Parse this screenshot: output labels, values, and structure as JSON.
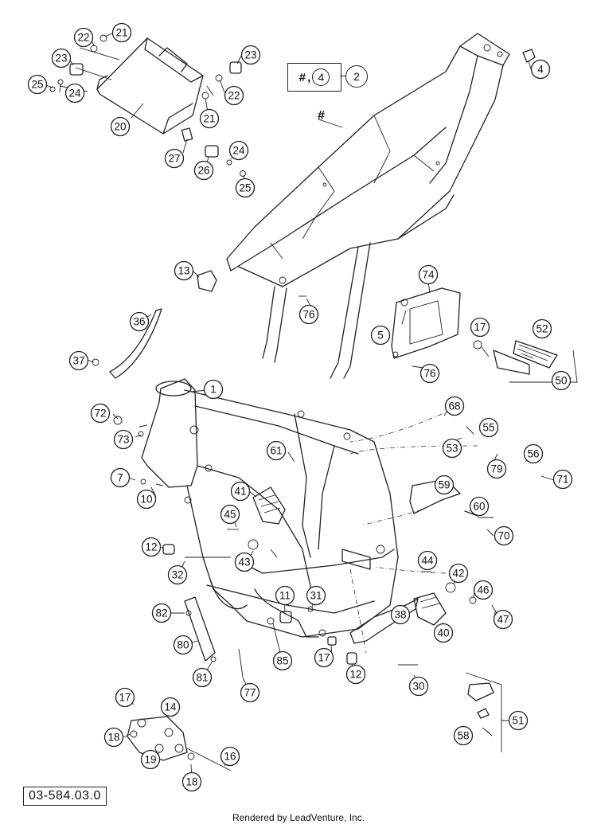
{
  "legend": {
    "hash": "#",
    "comma": ",",
    "circled": "4",
    "target": "2",
    "frame_mark": "#"
  },
  "drawing_number": "03-584.03.0",
  "footer": "Rendered by LeadVenture, Inc.",
  "callouts": [
    {
      "id": "c21a",
      "label": "21"
    },
    {
      "id": "c22a",
      "label": "22"
    },
    {
      "id": "c23a",
      "label": "23"
    },
    {
      "id": "c25a",
      "label": "25"
    },
    {
      "id": "c24a",
      "label": "24"
    },
    {
      "id": "c20",
      "label": "20"
    },
    {
      "id": "c23b",
      "label": "23"
    },
    {
      "id": "c22b",
      "label": "22"
    },
    {
      "id": "c21b",
      "label": "21"
    },
    {
      "id": "c27",
      "label": "27"
    },
    {
      "id": "c26",
      "label": "26"
    },
    {
      "id": "c24b",
      "label": "24"
    },
    {
      "id": "c25b",
      "label": "25"
    },
    {
      "id": "c4",
      "label": "4"
    },
    {
      "id": "c13",
      "label": "13"
    },
    {
      "id": "c36",
      "label": "36"
    },
    {
      "id": "c37",
      "label": "37"
    },
    {
      "id": "c74",
      "label": "74"
    },
    {
      "id": "c76a",
      "label": "76"
    },
    {
      "id": "c5",
      "label": "5"
    },
    {
      "id": "c17a",
      "label": "17"
    },
    {
      "id": "c52",
      "label": "52"
    },
    {
      "id": "c76b",
      "label": "76"
    },
    {
      "id": "c50",
      "label": "50"
    },
    {
      "id": "c1",
      "label": "1"
    },
    {
      "id": "c72",
      "label": "72"
    },
    {
      "id": "c73",
      "label": "73"
    },
    {
      "id": "c68",
      "label": "68"
    },
    {
      "id": "c55",
      "label": "55"
    },
    {
      "id": "c53",
      "label": "53"
    },
    {
      "id": "c61",
      "label": "61"
    },
    {
      "id": "c79",
      "label": "79"
    },
    {
      "id": "c56",
      "label": "56"
    },
    {
      "id": "c71",
      "label": "71"
    },
    {
      "id": "c7",
      "label": "7"
    },
    {
      "id": "c10",
      "label": "10"
    },
    {
      "id": "c41",
      "label": "41"
    },
    {
      "id": "c59",
      "label": "59"
    },
    {
      "id": "c60",
      "label": "60"
    },
    {
      "id": "c45",
      "label": "45"
    },
    {
      "id": "c70",
      "label": "70"
    },
    {
      "id": "c12a",
      "label": "12"
    },
    {
      "id": "c43",
      "label": "43"
    },
    {
      "id": "c44",
      "label": "44"
    },
    {
      "id": "c42",
      "label": "42"
    },
    {
      "id": "c32",
      "label": "32"
    },
    {
      "id": "c46",
      "label": "46"
    },
    {
      "id": "c11",
      "label": "11"
    },
    {
      "id": "c31",
      "label": "31"
    },
    {
      "id": "c47",
      "label": "47"
    },
    {
      "id": "c82",
      "label": "82"
    },
    {
      "id": "c40",
      "label": "40"
    },
    {
      "id": "c38",
      "label": "38"
    },
    {
      "id": "c80",
      "label": "80"
    },
    {
      "id": "c85",
      "label": "85"
    },
    {
      "id": "c17b",
      "label": "17"
    },
    {
      "id": "c12b",
      "label": "12"
    },
    {
      "id": "c81",
      "label": "81"
    },
    {
      "id": "c77",
      "label": "77"
    },
    {
      "id": "c30",
      "label": "30"
    },
    {
      "id": "c17c",
      "label": "17"
    },
    {
      "id": "c14",
      "label": "14"
    },
    {
      "id": "c51",
      "label": "51"
    },
    {
      "id": "c18a",
      "label": "18"
    },
    {
      "id": "c58",
      "label": "58"
    },
    {
      "id": "c19",
      "label": "19"
    },
    {
      "id": "c16",
      "label": "16"
    },
    {
      "id": "c18b",
      "label": "18"
    }
  ]
}
